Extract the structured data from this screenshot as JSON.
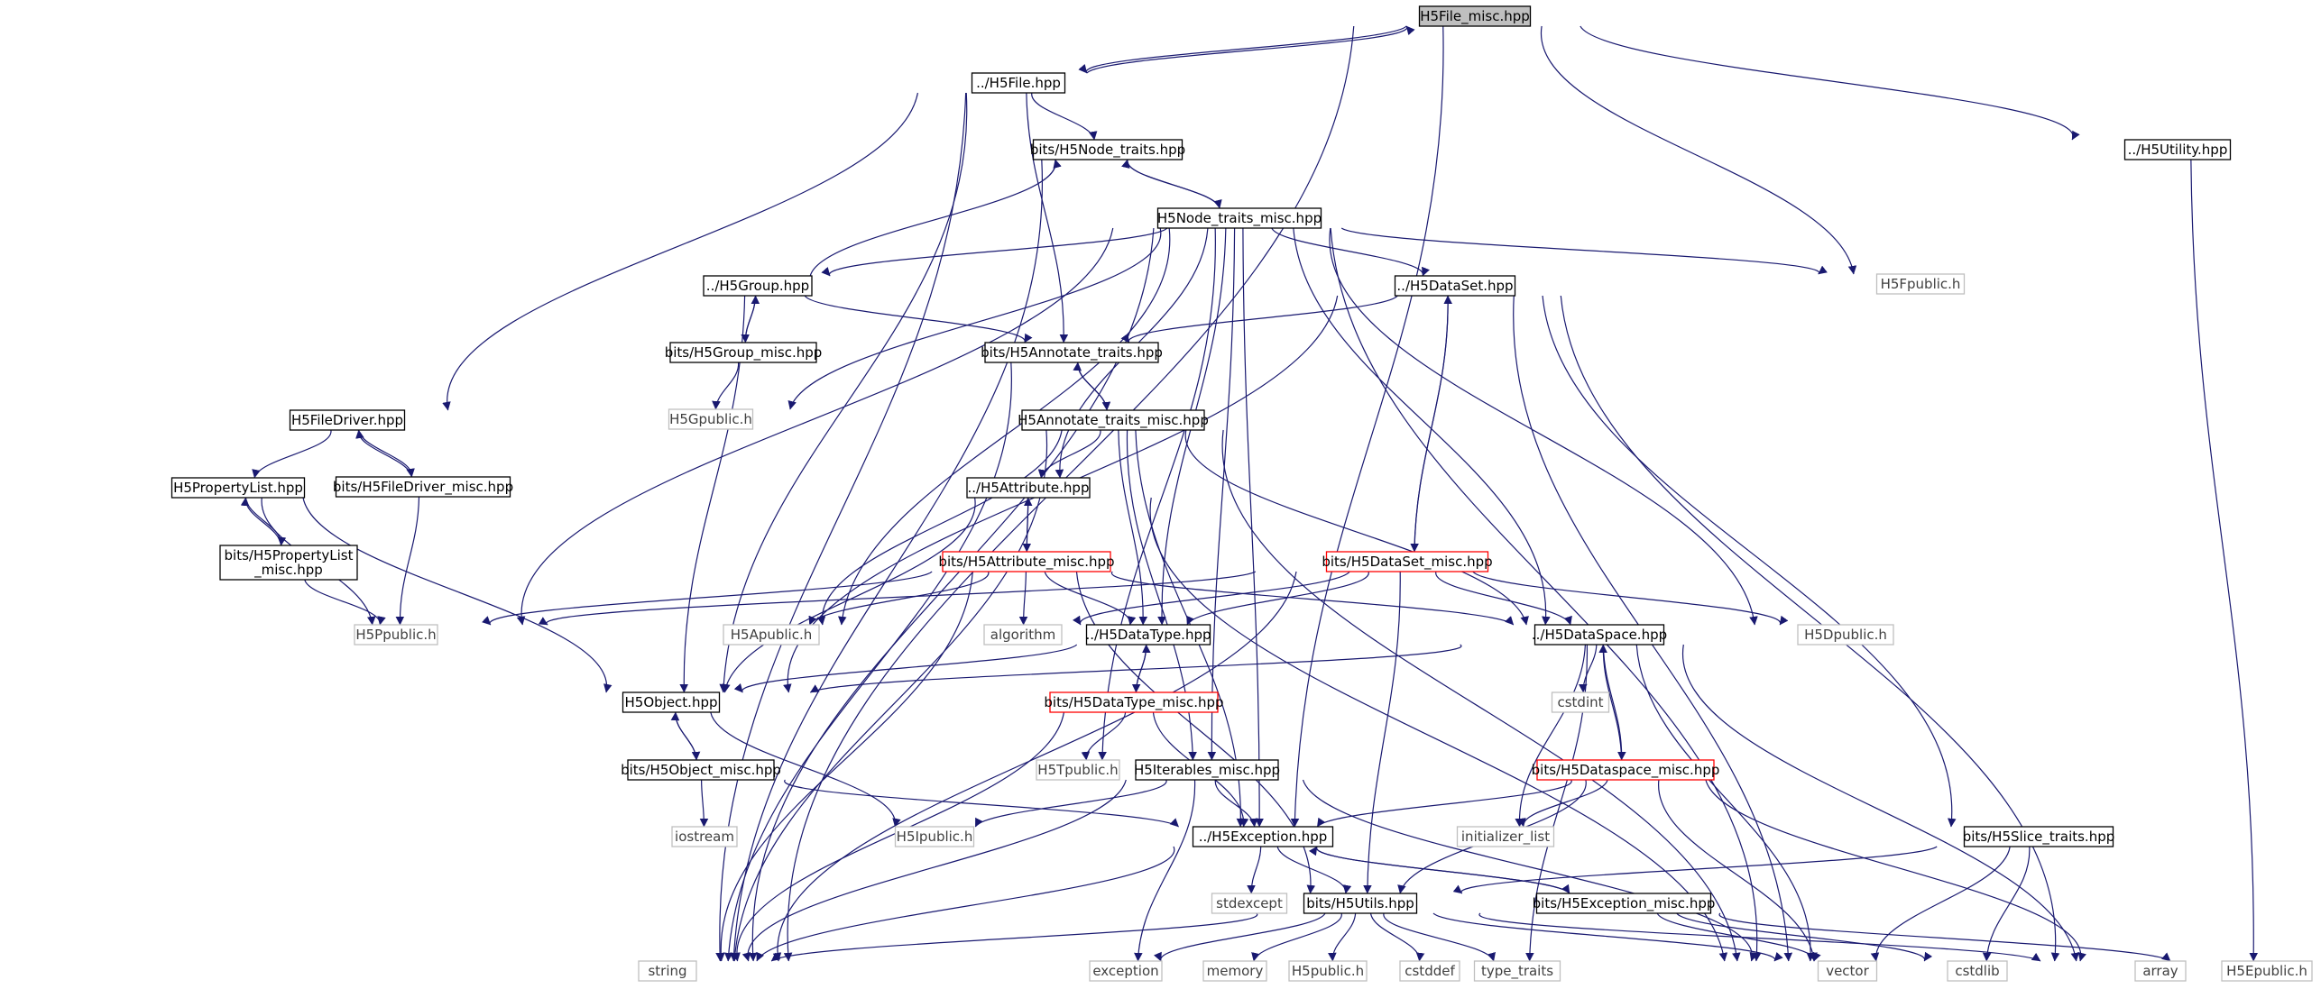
{
  "graph": {
    "colors": {
      "edge": "#191970",
      "root_fill": "#bfbfbf",
      "root_border": "#000000",
      "local_border": "#000000",
      "system_border": "#bfbfbf",
      "system_text": "#404040",
      "truncated_border": "#ff0000",
      "node_fill": "#ffffff"
    },
    "nodes": [
      {
        "id": "root",
        "lines": [
          "H5File_misc.hpp"
        ],
        "kind": "root"
      },
      {
        "id": "file",
        "lines": [
          "../H5File.hpp"
        ],
        "kind": "local"
      },
      {
        "id": "utility",
        "lines": [
          "../H5Utility.hpp"
        ],
        "kind": "local"
      },
      {
        "id": "nodetraits",
        "lines": [
          "bits/H5Node_traits.hpp"
        ],
        "kind": "local"
      },
      {
        "id": "nodetraitsmisc",
        "lines": [
          "H5Node_traits_misc.hpp"
        ],
        "kind": "local"
      },
      {
        "id": "fpublic",
        "lines": [
          "H5Fpublic.h"
        ],
        "kind": "system"
      },
      {
        "id": "group",
        "lines": [
          "../H5Group.hpp"
        ],
        "kind": "local"
      },
      {
        "id": "dataset",
        "lines": [
          "../H5DataSet.hpp"
        ],
        "kind": "local"
      },
      {
        "id": "groupmisc",
        "lines": [
          "bits/H5Group_misc.hpp"
        ],
        "kind": "local"
      },
      {
        "id": "annotate",
        "lines": [
          "bits/H5Annotate_traits.hpp"
        ],
        "kind": "local"
      },
      {
        "id": "gpublic",
        "lines": [
          "H5Gpublic.h"
        ],
        "kind": "system"
      },
      {
        "id": "filedriver",
        "lines": [
          "H5FileDriver.hpp"
        ],
        "kind": "local"
      },
      {
        "id": "annotatemisc",
        "lines": [
          "H5Annotate_traits_misc.hpp"
        ],
        "kind": "local"
      },
      {
        "id": "propertylist",
        "lines": [
          "H5PropertyList.hpp"
        ],
        "kind": "local"
      },
      {
        "id": "filedrivermisc",
        "lines": [
          "bits/H5FileDriver_misc.hpp"
        ],
        "kind": "local"
      },
      {
        "id": "attribute",
        "lines": [
          "../H5Attribute.hpp"
        ],
        "kind": "local"
      },
      {
        "id": "plistmisc",
        "lines": [
          "bits/H5PropertyList",
          "_misc.hpp"
        ],
        "kind": "local"
      },
      {
        "id": "attrmisc",
        "lines": [
          "bits/H5Attribute_misc.hpp"
        ],
        "kind": "truncated"
      },
      {
        "id": "datasetmisc",
        "lines": [
          "bits/H5DataSet_misc.hpp"
        ],
        "kind": "truncated"
      },
      {
        "id": "ppublic",
        "lines": [
          "H5Ppublic.h"
        ],
        "kind": "system"
      },
      {
        "id": "apublic",
        "lines": [
          "H5Apublic.h"
        ],
        "kind": "system"
      },
      {
        "id": "algorithm",
        "lines": [
          "algorithm"
        ],
        "kind": "system"
      },
      {
        "id": "datatype",
        "lines": [
          "../H5DataType.hpp"
        ],
        "kind": "local"
      },
      {
        "id": "dataspace",
        "lines": [
          "../H5DataSpace.hpp"
        ],
        "kind": "local"
      },
      {
        "id": "dpublic",
        "lines": [
          "H5Dpublic.h"
        ],
        "kind": "system"
      },
      {
        "id": "object",
        "lines": [
          "H5Object.hpp"
        ],
        "kind": "local"
      },
      {
        "id": "datatypemisc",
        "lines": [
          "bits/H5DataType_misc.hpp"
        ],
        "kind": "truncated"
      },
      {
        "id": "cstdint",
        "lines": [
          "cstdint"
        ],
        "kind": "system"
      },
      {
        "id": "tpublic",
        "lines": [
          "H5Tpublic.h"
        ],
        "kind": "system"
      },
      {
        "id": "iterablesmisc",
        "lines": [
          "H5Iterables_misc.hpp"
        ],
        "kind": "local"
      },
      {
        "id": "dataspacemisc",
        "lines": [
          "bits/H5Dataspace_misc.hpp"
        ],
        "kind": "truncated"
      },
      {
        "id": "objectmisc",
        "lines": [
          "bits/H5Object_misc.hpp"
        ],
        "kind": "local"
      },
      {
        "id": "iostream",
        "lines": [
          "iostream"
        ],
        "kind": "system"
      },
      {
        "id": "ipublic",
        "lines": [
          "H5Ipublic.h"
        ],
        "kind": "system"
      },
      {
        "id": "exception",
        "lines": [
          "../H5Exception.hpp"
        ],
        "kind": "local"
      },
      {
        "id": "initlist",
        "lines": [
          "initializer_list"
        ],
        "kind": "system"
      },
      {
        "id": "slicetraits",
        "lines": [
          "bits/H5Slice_traits.hpp"
        ],
        "kind": "local"
      },
      {
        "id": "stdexcept",
        "lines": [
          "stdexcept"
        ],
        "kind": "system"
      },
      {
        "id": "utils",
        "lines": [
          "bits/H5Utils.hpp"
        ],
        "kind": "local"
      },
      {
        "id": "exceptionmisc",
        "lines": [
          "bits/H5Exception_misc.hpp"
        ],
        "kind": "local"
      },
      {
        "id": "string",
        "lines": [
          "string"
        ],
        "kind": "system"
      },
      {
        "id": "stdexception",
        "lines": [
          "exception"
        ],
        "kind": "system"
      },
      {
        "id": "memory",
        "lines": [
          "memory"
        ],
        "kind": "system"
      },
      {
        "id": "h5public",
        "lines": [
          "H5public.h"
        ],
        "kind": "system"
      },
      {
        "id": "cstddef",
        "lines": [
          "cstddef"
        ],
        "kind": "system"
      },
      {
        "id": "typetraits",
        "lines": [
          "type_traits"
        ],
        "kind": "system"
      },
      {
        "id": "vector",
        "lines": [
          "vector"
        ],
        "kind": "system"
      },
      {
        "id": "cstdlib",
        "lines": [
          "cstdlib"
        ],
        "kind": "system"
      },
      {
        "id": "array",
        "lines": [
          "array"
        ],
        "kind": "system"
      },
      {
        "id": "epublic",
        "lines": [
          "H5Epublic.h"
        ],
        "kind": "system"
      }
    ],
    "edges": [
      [
        "root",
        "file"
      ],
      [
        "root",
        "utility"
      ],
      [
        "root",
        "fpublic"
      ],
      [
        "root",
        "exception"
      ],
      [
        "root",
        "string"
      ],
      [
        "file",
        "root"
      ],
      [
        "file",
        "nodetraits"
      ],
      [
        "file",
        "annotate"
      ],
      [
        "file",
        "filedriver"
      ],
      [
        "file",
        "object"
      ],
      [
        "file",
        "string"
      ],
      [
        "utility",
        "epublic"
      ],
      [
        "nodetraits",
        "nodetraitsmisc"
      ],
      [
        "nodetraits",
        "string"
      ],
      [
        "nodetraitsmisc",
        "nodetraits"
      ],
      [
        "nodetraitsmisc",
        "fpublic"
      ],
      [
        "nodetraitsmisc",
        "group"
      ],
      [
        "nodetraitsmisc",
        "dataset"
      ],
      [
        "nodetraitsmisc",
        "attribute"
      ],
      [
        "nodetraitsmisc",
        "gpublic"
      ],
      [
        "nodetraitsmisc",
        "ppublic"
      ],
      [
        "nodetraitsmisc",
        "apublic"
      ],
      [
        "nodetraitsmisc",
        "datatype"
      ],
      [
        "nodetraitsmisc",
        "dataspace"
      ],
      [
        "nodetraitsmisc",
        "dpublic"
      ],
      [
        "nodetraitsmisc",
        "exception"
      ],
      [
        "nodetraitsmisc",
        "iterablesmisc"
      ],
      [
        "nodetraitsmisc",
        "tpublic"
      ],
      [
        "nodetraitsmisc",
        "string"
      ],
      [
        "nodetraitsmisc",
        "vector"
      ],
      [
        "group",
        "groupmisc"
      ],
      [
        "group",
        "annotate"
      ],
      [
        "group",
        "object"
      ],
      [
        "group",
        "nodetraits"
      ],
      [
        "groupmisc",
        "group"
      ],
      [
        "groupmisc",
        "gpublic"
      ],
      [
        "dataset",
        "annotate"
      ],
      [
        "dataset",
        "datasetmisc"
      ],
      [
        "dataset",
        "object"
      ],
      [
        "dataset",
        "slicetraits"
      ],
      [
        "dataset",
        "vector"
      ],
      [
        "dataset",
        "array"
      ],
      [
        "annotate",
        "annotatemisc"
      ],
      [
        "annotate",
        "string"
      ],
      [
        "annotatemisc",
        "annotate"
      ],
      [
        "annotatemisc",
        "attribute"
      ],
      [
        "annotatemisc",
        "apublic"
      ],
      [
        "annotatemisc",
        "datatype"
      ],
      [
        "annotatemisc",
        "dataspace"
      ],
      [
        "annotatemisc",
        "exception"
      ],
      [
        "annotatemisc",
        "iterablesmisc"
      ],
      [
        "annotatemisc",
        "string"
      ],
      [
        "annotatemisc",
        "vector"
      ],
      [
        "filedriver",
        "propertylist"
      ],
      [
        "filedriver",
        "filedrivermisc"
      ],
      [
        "filedrivermisc",
        "filedriver"
      ],
      [
        "filedrivermisc",
        "ppublic"
      ],
      [
        "propertylist",
        "plistmisc"
      ],
      [
        "propertylist",
        "ppublic"
      ],
      [
        "propertylist",
        "object"
      ],
      [
        "plistmisc",
        "propertylist"
      ],
      [
        "plistmisc",
        "ppublic"
      ],
      [
        "attribute",
        "attrmisc"
      ],
      [
        "attribute",
        "object"
      ],
      [
        "attribute",
        "vector"
      ],
      [
        "attrmisc",
        "attribute"
      ],
      [
        "attrmisc",
        "algorithm"
      ],
      [
        "attrmisc",
        "apublic"
      ],
      [
        "attrmisc",
        "ppublic"
      ],
      [
        "attrmisc",
        "datatype"
      ],
      [
        "attrmisc",
        "dataspace"
      ],
      [
        "attrmisc",
        "utils"
      ],
      [
        "attrmisc",
        "string"
      ],
      [
        "datasetmisc",
        "dataset"
      ],
      [
        "datasetmisc",
        "algorithm"
      ],
      [
        "datasetmisc",
        "datatype"
      ],
      [
        "datasetmisc",
        "dataspace"
      ],
      [
        "datasetmisc",
        "dpublic"
      ],
      [
        "datasetmisc",
        "ppublic"
      ],
      [
        "datasetmisc",
        "utils"
      ],
      [
        "datasetmisc",
        "string"
      ],
      [
        "datatype",
        "datatypemisc"
      ],
      [
        "datatype",
        "object"
      ],
      [
        "datatypemisc",
        "datatype"
      ],
      [
        "datatypemisc",
        "tpublic"
      ],
      [
        "datatypemisc",
        "exception"
      ],
      [
        "datatypemisc",
        "string"
      ],
      [
        "dataspace",
        "object"
      ],
      [
        "dataspace",
        "cstdint"
      ],
      [
        "dataspace",
        "dataspacemisc"
      ],
      [
        "dataspace",
        "initlist"
      ],
      [
        "dataspace",
        "vector"
      ],
      [
        "dataspace",
        "array"
      ],
      [
        "dataspace",
        "typetraits"
      ],
      [
        "dataspacemisc",
        "dataspace"
      ],
      [
        "dataspacemisc",
        "exception"
      ],
      [
        "dataspacemisc",
        "initlist"
      ],
      [
        "dataspacemisc",
        "utils"
      ],
      [
        "dataspacemisc",
        "vector"
      ],
      [
        "dataspacemisc",
        "array"
      ],
      [
        "object",
        "objectmisc"
      ],
      [
        "object",
        "ipublic"
      ],
      [
        "objectmisc",
        "object"
      ],
      [
        "objectmisc",
        "iostream"
      ],
      [
        "objectmisc",
        "exception"
      ],
      [
        "iterablesmisc",
        "ipublic"
      ],
      [
        "iterablesmisc",
        "exception"
      ],
      [
        "iterablesmisc",
        "stdexception"
      ],
      [
        "iterablesmisc",
        "string"
      ],
      [
        "iterablesmisc",
        "vector"
      ],
      [
        "exception",
        "stdexcept"
      ],
      [
        "exception",
        "utils"
      ],
      [
        "exception",
        "exceptionmisc"
      ],
      [
        "exception",
        "string"
      ],
      [
        "exceptionmisc",
        "exception"
      ],
      [
        "exceptionmisc",
        "cstdlib"
      ],
      [
        "exceptionmisc",
        "epublic"
      ],
      [
        "exceptionmisc",
        "vector"
      ],
      [
        "slicetraits",
        "utils"
      ],
      [
        "slicetraits",
        "cstdlib"
      ],
      [
        "slicetraits",
        "vector"
      ],
      [
        "utils",
        "string"
      ],
      [
        "utils",
        "stdexception"
      ],
      [
        "utils",
        "memory"
      ],
      [
        "utils",
        "h5public"
      ],
      [
        "utils",
        "cstddef"
      ],
      [
        "utils",
        "typetraits"
      ],
      [
        "utils",
        "vector"
      ],
      [
        "utils",
        "array"
      ]
    ]
  }
}
